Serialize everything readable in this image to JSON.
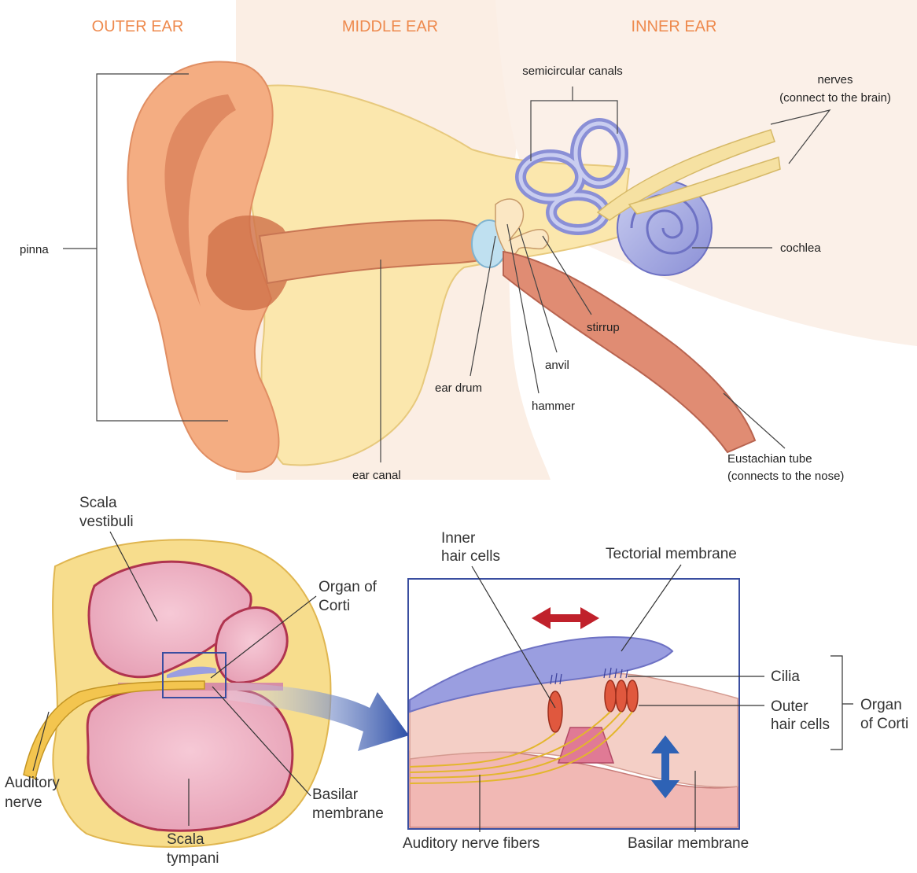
{
  "ear_anatomy": {
    "sections": {
      "outer": "OUTER EAR",
      "middle": "MIDDLE EAR",
      "inner": "INNER EAR"
    },
    "labels": {
      "semicircular_canals": "semicircular canals",
      "nerves_line1": "nerves",
      "nerves_line2": "(connect to the brain)",
      "pinna": "pinna",
      "cochlea": "cochlea",
      "stirrup": "stirrup",
      "anvil": "anvil",
      "ear_drum": "ear drum",
      "hammer": "hammer",
      "ear_canal": "ear canal",
      "eustachian_line1": "Eustachian tube",
      "eustachian_line2": "(connects to the nose)"
    }
  },
  "cochlea_section": {
    "labels": {
      "scala_vestibuli_line1": "Scala",
      "scala_vestibuli_line2": "vestibuli",
      "organ_of_corti_line1": "Organ of",
      "organ_of_corti_line2": "Corti",
      "auditory_nerve_line1": "Auditory",
      "auditory_nerve_line2": "nerve",
      "basilar_membrane_line1": "Basilar",
      "basilar_membrane_line2": "membrane",
      "scala_tympani_line1": "Scala",
      "scala_tympani_line2": "tympani"
    }
  },
  "organ_of_corti_detail": {
    "labels": {
      "inner_hair_cells_line1": "Inner",
      "inner_hair_cells_line2": "hair cells",
      "tectorial_membrane": "Tectorial membrane",
      "cilia": "Cilia",
      "outer_hair_cells_line1": "Outer",
      "outer_hair_cells_line2": "hair cells",
      "organ_line1": "Organ",
      "organ_line2": "of Corti",
      "auditory_nerve_fibers": "Auditory nerve fibers",
      "basilar_membrane": "Basilar membrane"
    }
  }
}
